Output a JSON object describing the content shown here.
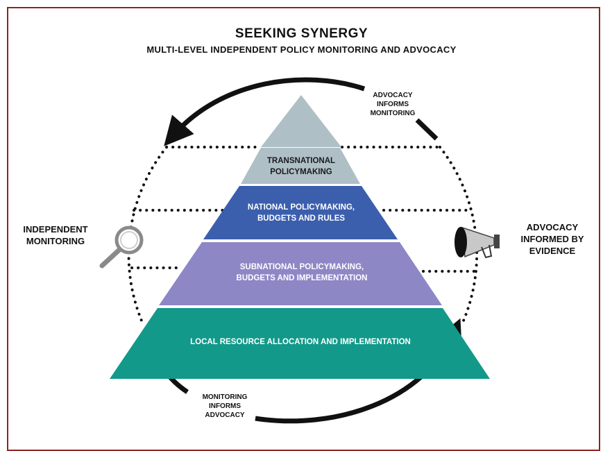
{
  "title": "SEEKING SYNERGY",
  "subtitle": "MULTI-LEVEL INDEPENDENT POLICY MONITORING AND ADVOCACY",
  "tiers": [
    {
      "label_line1": "TRANSNATIONAL",
      "label_line2": "POLICYMAKING",
      "color": "#aebfc6",
      "text_color": "#1a1a1a"
    },
    {
      "label_line1": "NATIONAL POLICYMAKING,",
      "label_line2": "BUDGETS AND RULES",
      "color": "#3b5fad",
      "text_color": "#ffffff"
    },
    {
      "label_line1": "SUBNATIONAL POLICYMAKING,",
      "label_line2": "BUDGETS AND IMPLEMENTATION",
      "color": "#8d87c6",
      "text_color": "#ffffff"
    },
    {
      "label_line1": "LOCAL RESOURCE ALLOCATION AND IMPLEMENTATION",
      "label_line2": "",
      "color": "#12998a",
      "text_color": "#ffffff"
    }
  ],
  "cycle_labels": {
    "top_right": {
      "l1": "ADVOCACY",
      "l2": "INFORMS",
      "l3": "MONITORING"
    },
    "bottom_left": {
      "l1": "MONITORING",
      "l2": "INFORMS",
      "l3": "ADVOCACY"
    }
  },
  "side_labels": {
    "left": {
      "l1": "INDEPENDENT",
      "l2": "MONITORING"
    },
    "right": {
      "l1": "ADVOCACY",
      "l2": "INFORMED BY",
      "l3": "EVIDENCE"
    }
  },
  "icons": {
    "left": "magnifying-glass-icon",
    "right": "megaphone-icon"
  },
  "colors": {
    "frame": "#8e2424",
    "arrow": "#111111"
  }
}
